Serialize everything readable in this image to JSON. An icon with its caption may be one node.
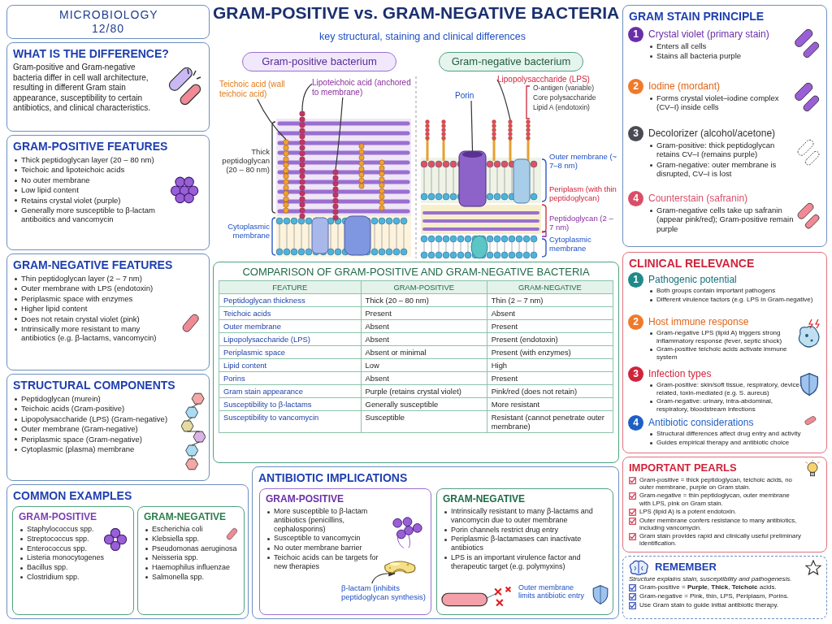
{
  "diagram": {
    "title": "GRAM-POSITIVE vs. GRAM-NEGATIVE BACTERIA",
    "nodes": [
      {
        "text": [
          "MICROBIOLOGY 12/80"
        ]
      },
      {
        "text": [
          "WHAT IS THE DIFFERENCE?",
          "Gram-positive and Gram-negative bacteria differ in cell wall architecture, resulting in different Gram stain appearance, susceptibility to certain antibiotics, and clinical characteristics."
        ]
      },
      {
        "text": [
          "GRAM-POSITIVE FEATURES",
          "Thick peptidoglycan layer (20 – 80 nm)",
          "Teichoic and lipoteichoic acids",
          "No outer membrane",
          "Low lipid content",
          "Retains crystal violet (purple)",
          "Generally more susceptible to β-lactam antiboitics and vancomycin"
        ]
      },
      {
        "text": [
          "GRAM-NEGATIVE FEATURES",
          "Thin peptidoglycan layer (2 – 7 nm)",
          "Outer membrane with LPS (endotoxin)",
          "Periplasmic space with enzymes",
          "Higher lipid content",
          "Does not retain crystal violet (pink)",
          "Intrinsically more resistant to many antibiotics (e.g. β-lactams, vancomycin)"
        ]
      },
      {
        "text": [
          "STRUCTURAL COMPONENTS",
          "Peptidoglycan (murein)",
          "Teichoic acids (Gram-positive)",
          "Lipopolysaccharide (LPS) (Gram-negative)",
          "Outer membrane (Gram-negative)",
          "Periplasmic space (Gram-negative)",
          "Cytoplasmic (plasma) membrane"
        ]
      },
      {
        "text": [
          "COMMON EXAMPLES"
        ]
      },
      {
        "text": [
          "GRAM-POSITIVE",
          "Staphylococcus spp.",
          "Streptococcus spp.",
          "Enterococcus spp.",
          "Listeria monocytogenes",
          "Bacillus spp.",
          "Clostridium spp."
        ],
        "in": 5
      },
      {
        "text": [
          "GRAM-NEGATIVE",
          "Escherichia coli",
          "Klebsiella spp.",
          "Pseudomonas aeruginosa",
          "Neisseria spp.",
          "Haemophilus influenzae",
          "Salmonella spp."
        ],
        "in": 5
      },
      {
        "text": [
          "Gram-positive bacterium"
        ]
      },
      {
        "text": [
          "Gram-negative bacterium"
        ]
      },
      {
        "text": [
          "Teichoic acid (wall teichoic acid)"
        ]
      },
      {
        "text": [
          "Lipoteichoic acid (anchored to membrane)"
        ]
      },
      {
        "text": [
          "Porin"
        ]
      },
      {
        "text": [
          "Lipopolysaccharide (LPS)"
        ]
      },
      {
        "text": [
          "COMPARISON OF GRAM-POSITIVE AND GRAM-NEGATIVE BACTERIA"
        ]
      },
      {
        "text": [
          "ANTIBIOTIC IMPLICATIONS"
        ]
      },
      {
        "text": [
          "GRAM-POSITIVE",
          "More susceptible to β-lactam antibiotics (penicillins, cephalosporins)",
          "Susceptible to vancomycin",
          "No outer membrane barrier",
          "Teichoic acids can be targets for new therapies"
        ],
        "in": 15
      },
      {
        "text": [
          "GRAM-NEGATIVE",
          "Intrinsically resistant to many β-lactams and vancomycin due to outer membrane",
          "Porin channels restrict drug entry",
          "Periplasmic β-lactamases can inactivate antibiotics",
          "LPS is an important virulence factor and therapeutic target (e.g. polymyxins)"
        ],
        "in": 15
      },
      {
        "text": [
          "β-lactam (inhibits peptidoglycan synthesis)"
        ],
        "in": 16
      },
      {
        "text": [
          "GRAM STAIN PRINCIPLE"
        ]
      },
      {
        "text": [
          "1",
          "Crystal violet (primary stain)",
          "Enters all cells",
          "Stains all bacteria purple"
        ],
        "in": 19
      },
      {
        "text": [
          "2",
          "Iodine (mordant)",
          "Forms crystal violet–iodine complex (CV–I) inside cells"
        ],
        "in": 19
      },
      {
        "text": [
          "3",
          "Decolorizer (alcohol/acetone)",
          "Gram-positive: thick peptidoglycan retains CV–I (remains purple)",
          "Gram-negative: outer membrane is disrupted, CV–I is lost"
        ],
        "in": 19
      },
      {
        "text": [
          "4",
          "Counterstain (safranin)",
          "Gram-negative cells take up safranin (appear pink/red); Gram-positive remain purple"
        ],
        "in": 19
      },
      {
        "text": [
          "CLINICAL RELEVANCE"
        ]
      },
      {
        "text": [
          "1",
          "Pathogenic potential",
          "Both groups contain important pathogens",
          "Different virulence factors (e.g. LPS in Gram-negative)"
        ],
        "in": 24
      },
      {
        "text": [
          "2",
          "Host immune response",
          "Gram-negative LPS (lipid A) triggers strong inflammatory response (fever, septic shock)",
          "Gram-positive teichoic acids activate immune system"
        ],
        "in": 24
      },
      {
        "text": [
          "3",
          "Infection types",
          "Gram-positive: skin/soft tissue, respiratory, device-related, toxin-mediated (e.g. S. aureus)",
          "Gram-negative: urinary, intra-abdominal, respiratory, bloodstream infections"
        ],
        "in": 24
      },
      {
        "text": [
          "4",
          "Antibiotic considerations",
          "Structural differences affect drug entry and activity",
          "Guides empirical therapy and antibiotic choice"
        ],
        "in": 24
      },
      {
        "text": [
          "IMPORTANT PEARLS",
          "Gram-positive = thick peptidoglycan, teichoic acids, no outer membrane, purple on Gram stain.",
          "Gram-negative = thin peptidoglycan, outer membrane with LPS, pink on Gram stain.",
          "LPS (lipid A) is a potent endotoxin.",
          "Outer membrane confers resistance to many antibiotics, including vancomycin.",
          "Gram stain provides rapid and clinically useful preliminary identification."
        ]
      },
      {
        "text": [
          "REMEMBER",
          "Structure explains stain, susceptibility and pathogenesis.",
          "Gram-positive = **Purple**, **Thick**, **Teichoic** acids.",
          "Gram-negative = Pink, thin, LPS, Periplasm, Porins.",
          "Use Gram stain to guide initial antibiotic therapy."
        ]
      },
      {
        "text": [],
        "shape": "chain"
      },
      {
        "text": [],
        "shape": "chain"
      },
      {
        "text": [],
        "shape": "chain"
      },
      {
        "text": [],
        "shape": "cylinder"
      },
      {
        "text": [],
        "shape": "chain"
      },
      {
        "text": [],
        "shape": "picture",
        "in": 16
      }
    ],
    "edges": [
      {
        "from": 10,
        "to": 31,
        "arrow": "none"
      },
      {
        "from": 11,
        "to": 32,
        "arrow": "none"
      },
      {
        "from": 11,
        "to": 33,
        "arrow": "none"
      },
      {
        "from": 12,
        "to": 34,
        "arrow": "none"
      },
      {
        "from": 13,
        "to": 35,
        "arrow": "none"
      },
      {
        "from": 18,
        "to": 36,
        "arrow": "to"
      }
    ],
    "labels": [
      "key structural, staining and clinical differences",
      "Thick peptidoglycan (20 – 80 nm)",
      "Cytoplasmic membrane",
      "O-antigen (variable)",
      "Core polysaccharide",
      "Lipid A (endotoxin)",
      "Outer membrane (~ 7–8 nm)",
      "Periplasm (with thin peptidoglycan)",
      "Peptidoglycan (2 – 7 nm)",
      "Cytoplasmic membrane",
      "FEATURE",
      "GRAM-POSITIVE",
      "GRAM-NEGATIVE",
      "Peptidoglycan thickness",
      "Thick (20 – 80 nm)",
      "Thin (2 – 7 nm)",
      "Teichoic acids",
      "Present",
      "Absent",
      "Outer membrane",
      "Absent",
      "Present",
      "Lipopolysaccharide (LPS)",
      "Absent",
      "Present (endotoxin)",
      "Periplasmic space",
      "Absent or minimal",
      "Present (with enzymes)",
      "Lipid content",
      "Low",
      "High",
      "Porins",
      "Absent",
      "Present",
      "Gram stain appearance",
      "Purple (retains crystal violet)",
      "Pink/red (does not retain)",
      "Susceptibility to β-lactams",
      "Generally susceptible",
      "More resistant",
      "Susceptibility to vancomycin",
      "Susceptible",
      "Resistant (cannot penetrate outer membrane)",
      "Outer membrane limits antibiotic entry"
    ]
  }
}
